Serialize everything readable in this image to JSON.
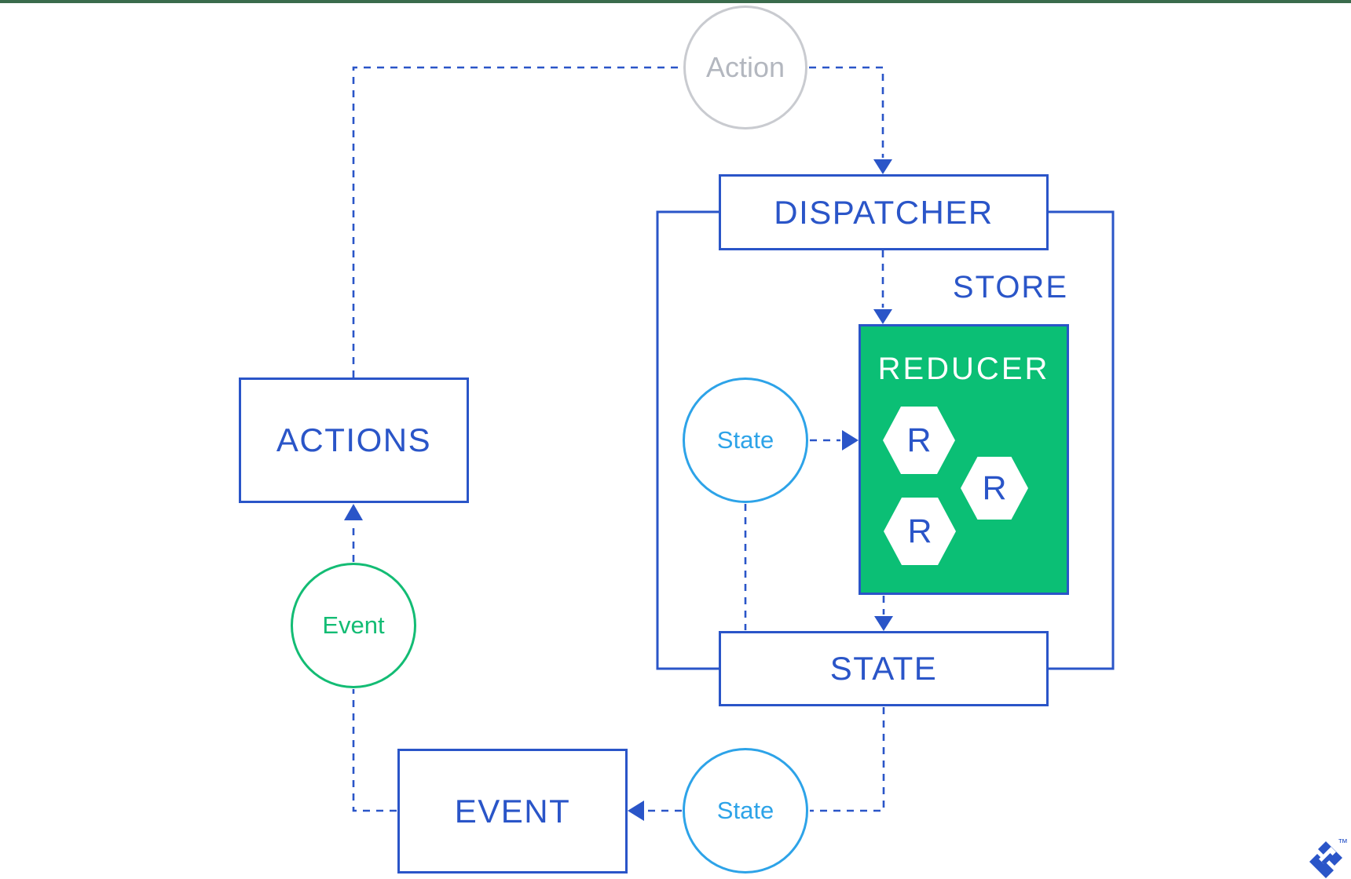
{
  "diagram_title": "flux-redux-data-flow",
  "colors": {
    "blue": "#2a55c8",
    "light_blue": "#2da3e8",
    "green": "#0bbf75",
    "event_green": "#13bc74",
    "gray_stroke": "#c9cbd0",
    "gray_text": "#b3b7bf",
    "top_bar_green": "#3a6b4c"
  },
  "nodes": {
    "action_circle": {
      "label": "Action"
    },
    "dispatcher_box": {
      "label": "DISPATCHER"
    },
    "store_container": {
      "label": "STORE"
    },
    "reducer_box": {
      "label": "REDUCER",
      "hexagons": [
        {
          "label": "R"
        },
        {
          "label": "R"
        },
        {
          "label": "R"
        }
      ]
    },
    "state_circle_mid": {
      "label": "State"
    },
    "state_box": {
      "label": "STATE"
    },
    "state_circle_bottom": {
      "label": "State"
    },
    "event_box": {
      "label": "EVENT"
    },
    "event_circle": {
      "label": "Event"
    },
    "actions_box": {
      "label": "ACTIONS"
    }
  },
  "logo": {
    "trademark": "™"
  }
}
